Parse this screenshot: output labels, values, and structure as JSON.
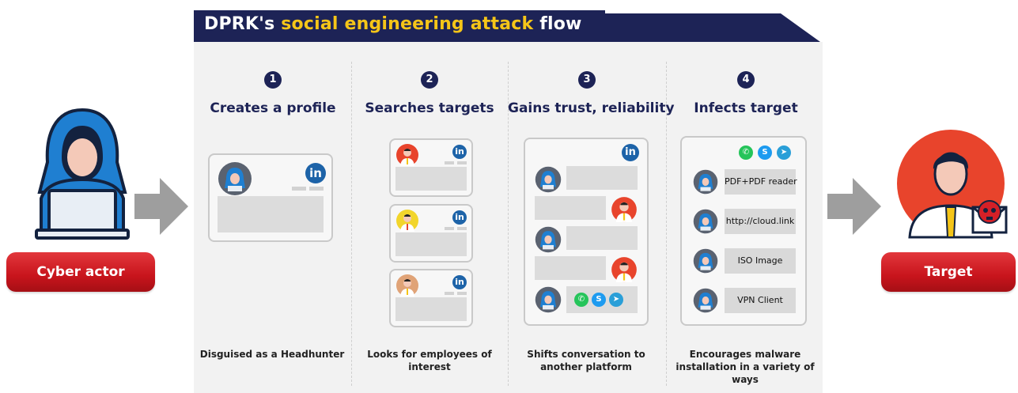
{
  "title": {
    "prefix": "DPRK's",
    "highlight": "social engineering attack",
    "suffix": "flow"
  },
  "actors": {
    "left_label": "Cyber actor",
    "right_label": "Target"
  },
  "steps": [
    {
      "number": "1",
      "title": "Creates a profile",
      "description": "Disguised as a Headhunter"
    },
    {
      "number": "2",
      "title": "Searches targets",
      "description": "Looks for employees of interest"
    },
    {
      "number": "3",
      "title": "Gains trust, reliability",
      "description": "Shifts conversation to another platform"
    },
    {
      "number": "4",
      "title": "Infects target",
      "description": "Encourages malware installation in a variety of ways"
    }
  ],
  "icons": {
    "linkedin": "in",
    "whatsapp": "whatsapp-icon",
    "skype": "S",
    "telegram": "telegram-icon"
  },
  "infection_methods": [
    "PDF+PDF reader",
    "http://cloud.link",
    "ISO Image",
    "VPN Client"
  ],
  "colors": {
    "navy": "#1d2356",
    "highlight": "#f5c518",
    "red": "#d42027",
    "linkedin": "#1d63a8",
    "panel": "#f2f2f2",
    "arrow": "#9e9e9e"
  }
}
